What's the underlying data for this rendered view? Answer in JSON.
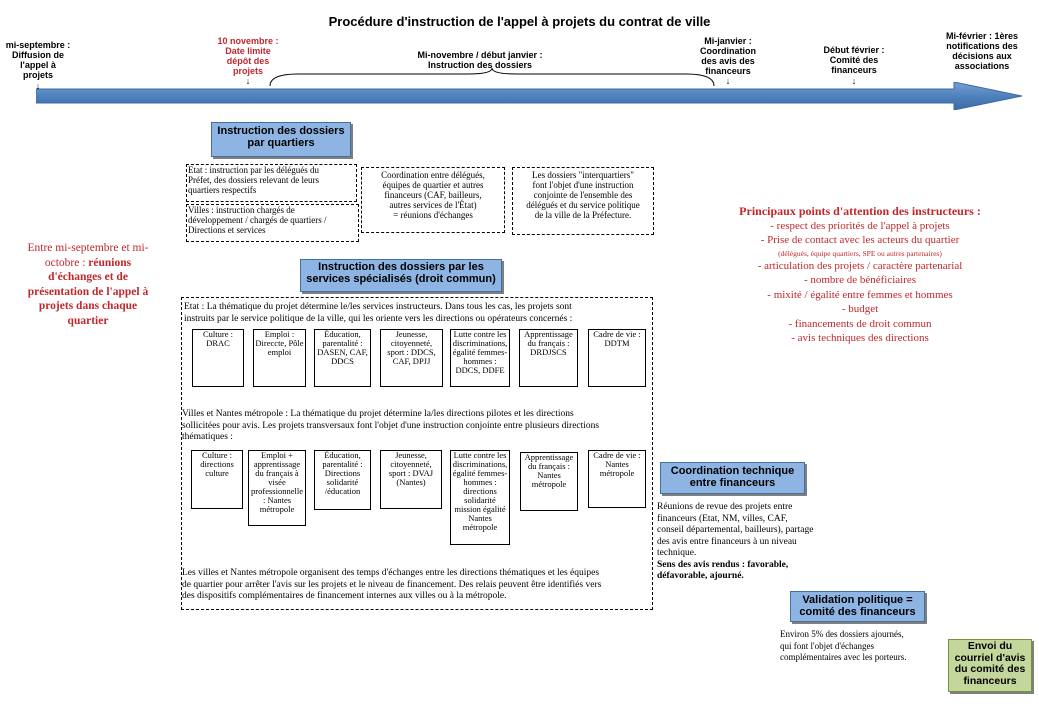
{
  "title": "Procédure d'instruction de l'appel à projets du contrat de ville",
  "timeline": [
    {
      "lines": [
        "mi-septembre :",
        "Diffusion de",
        "l'appel à",
        "projets"
      ],
      "arrow": "↓",
      "red": false
    },
    {
      "lines": [
        "10 novembre :",
        "Date limite",
        "dépôt des",
        "projets"
      ],
      "arrow": "↓",
      "red": true
    },
    {
      "lines": [
        "Mi-novembre / début janvier :",
        "Instruction des dossiers"
      ],
      "arrow": "",
      "red": false
    },
    {
      "lines": [
        "Mi-janvier :",
        "Coordination",
        "des avis des",
        "financeurs"
      ],
      "arrow": "↓",
      "red": false
    },
    {
      "lines": [
        "Début février :",
        "Comité des",
        "financeurs"
      ],
      "arrow": "↓",
      "red": false
    },
    {
      "lines": [
        "Mi-février : 1ères",
        "notifications des",
        "décisions aux",
        "associations"
      ],
      "arrow": "",
      "red": false
    }
  ],
  "left_note": {
    "normal": [
      "Entre mi-septembre et mi-",
      "octobre : "
    ],
    "bold": [
      "réunions",
      "d'échanges et de",
      "présentation de l'appel à",
      "projets dans chaque",
      "quartier"
    ]
  },
  "box_quartiers": {
    "title": [
      "Instruction des dossiers",
      "par quartiers"
    ],
    "etat": [
      "Etat : instruction par les délégués du",
      "Préfet, des dossiers relevant de leurs",
      "quartiers respectifs"
    ],
    "villes": [
      "Villes : instruction chargés de",
      "développement / chargés de quartiers /",
      "Directions et services"
    ],
    "coordination": [
      "Coordination entre délégués,",
      "équipes de quartier et autres",
      "financeurs (CAF, bailleurs,",
      "autres services de l'État)",
      "= réunions d'échanges"
    ],
    "interquartiers": [
      "Les dossiers \"interquartiers\"",
      "font l'objet d'une instruction",
      "conjointe de l'ensemble des",
      "délégués et du service politique",
      "de la ville de la Préfecture."
    ]
  },
  "box_specialises": {
    "title": [
      "Instruction des dossiers par les",
      "services spécialisés (droit commun)"
    ],
    "etat_text": [
      "Etat : La thématique du projet détermine le/les services instructeurs. Dans tous les cas, les projets sont",
      "instruits par le service politique de la ville, qui les oriente vers les directions ou opérateurs concernés :"
    ],
    "etat_boxes": [
      [
        "Culture :",
        "DRAC"
      ],
      [
        "Emploi :",
        "Direccte, Pôle",
        "emploi"
      ],
      [
        "Éducation,",
        "parentalité :",
        "DASEN, CAF,",
        "DDCS"
      ],
      [
        "Jeunesse,",
        "citoyenneté,",
        "sport : DDCS,",
        "CAF, DPJJ"
      ],
      [
        "Lutte contre les",
        "discriminations,",
        "égalité femmes-",
        "hommes :",
        "DDCS, DDFE"
      ],
      [
        "Apprentissage",
        "du français :",
        "DRDJSCS"
      ],
      [
        "Cadre de vie :",
        "DDTM"
      ]
    ],
    "villes_text": [
      "Villes et Nantes métropole : La thématique du projet détermine la/les directions pilotes et les directions",
      "sollicitées pour avis. Les projets transversaux font l'objet d'une instruction conjointe entre plusieurs directions",
      "thématiques :"
    ],
    "villes_boxes": [
      [
        "Culture :",
        "directions",
        "culture"
      ],
      [
        "Emploi +",
        "apprentissage",
        "du français à",
        "visée",
        "professionnelle",
        ": Nantes",
        "métropole"
      ],
      [
        "Éducation,",
        "parentalité :",
        "Directions",
        "solidarité",
        "/éducation"
      ],
      [
        "Jeunesse,",
        "citoyenneté,",
        "sport : DVAJ",
        "(Nantes)"
      ],
      [
        "Lutte contre les",
        "discriminations,",
        "égalité femmes-",
        "hommes :",
        "directions",
        "solidarité",
        "mission égalité",
        "Nantes",
        "métropole"
      ],
      [
        "Apprentissage",
        "du français :",
        "Nantes",
        "métropole"
      ],
      [
        "Cadre de vie :",
        "Nantes",
        "métropole"
      ]
    ],
    "bottom_text": [
      "Les villes et Nantes métropole organisent des temps d'échanges entre les directions thématiques et les équipes",
      "de quartier pour arrêter l'avis sur les projets et le niveau de financement. Des relais peuvent être identifiés vers",
      "des dispositifs complémentaires de financement internes aux villes ou à la métropole."
    ]
  },
  "attention": {
    "title": "Principaux points d'attention des instructeurs :",
    "items": [
      "- respect des priorités de l'appel à projets",
      "- Prise de contact avec les acteurs du quartier",
      "(délégués, équipe quartiers, SPE ou autres partenaires)",
      "- articulation des projets / caractère partenarial",
      "- nombre de bénéficiaires",
      "- mixité / égalité entre femmes et hommes",
      "- budget",
      "- financements de droit commun",
      "- avis techniques des directions"
    ]
  },
  "coordination_technique": {
    "title": [
      "Coordination technique",
      "entre financeurs"
    ],
    "text": [
      "Réunions de revue des projets entre",
      "financeurs (Etat, NM, villes, CAF,",
      "conseil départemental, bailleurs), partage",
      "des avis entre financeurs à un niveau",
      "technique."
    ],
    "bold": [
      "Sens des avis rendus : favorable,",
      "défavorable, ajourné."
    ]
  },
  "validation": {
    "title": [
      "Validation politique =",
      "comité des financeurs"
    ],
    "text": [
      "Environ 5% des dossiers ajournés,",
      "qui font l'objet d'échanges",
      "complémentaires avec les porteurs."
    ]
  },
  "envoi": {
    "title": [
      "Envoi du",
      "courriel d'avis",
      "du comité des",
      "financeurs"
    ]
  },
  "colors": {
    "accent_blue": "#8eb4e3",
    "arrow_blue": "#4f81bd",
    "red": "#c0282d",
    "green": "#c3d69b"
  }
}
